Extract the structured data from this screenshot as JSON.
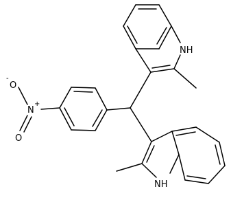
{
  "diagram": {
    "type": "skeletal-structure",
    "atoms": {
      "nh_upper": "NH",
      "nh_lower": "NH",
      "nitro_n": "N",
      "nitro_o_top": "O",
      "nitro_o_bottom": "O",
      "nitro_n_charge": "+",
      "nitro_o_charge": "-"
    },
    "colors": {
      "bond": "#000000",
      "background": "#ffffff"
    }
  }
}
